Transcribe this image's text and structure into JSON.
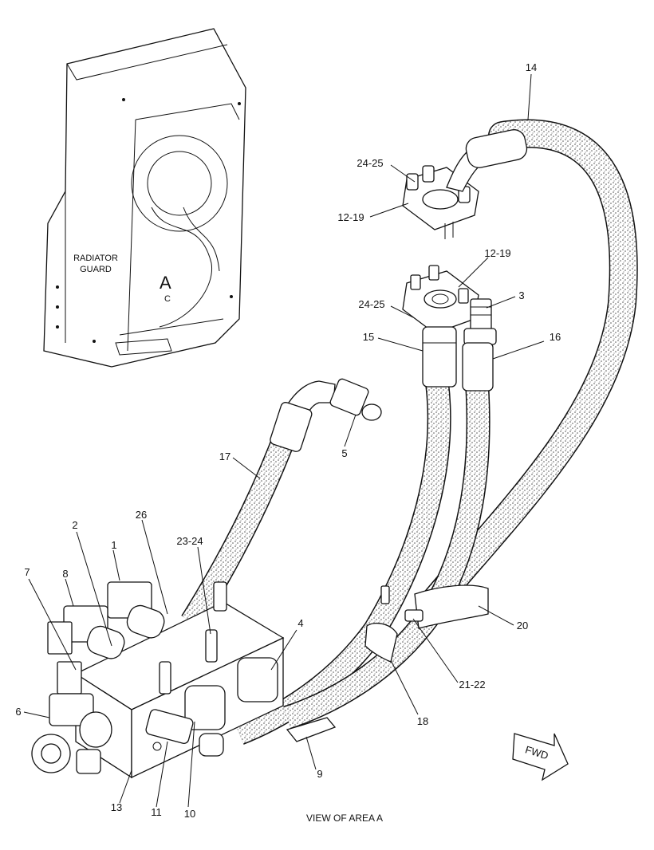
{
  "inset": {
    "guard_label_line1": "RADIATOR",
    "guard_label_line2": "GUARD",
    "area_mark": "A",
    "area_mark_small": "C"
  },
  "caption": "VIEW OF AREA  A",
  "fwd_label": "FWD",
  "callouts": {
    "c14": "14",
    "c24_25_top": "24-25",
    "c12_19_top": "12-19",
    "c12_19_mid": "12-19",
    "c24_25_mid": "24-25",
    "c3": "3",
    "c15": "15",
    "c16": "16",
    "c17": "17",
    "c5": "5",
    "c2": "2",
    "c26": "26",
    "c1": "1",
    "c23_24": "23-24",
    "c7": "7",
    "c8": "8",
    "c4": "4",
    "c20": "20",
    "c21_22": "21-22",
    "c6": "6",
    "c18": "18",
    "c9": "9",
    "c13": "13",
    "c11": "11",
    "c10": "10"
  },
  "colors": {
    "ink": "#111111",
    "hose_fill": "#d9d9d9",
    "background": "#ffffff"
  }
}
